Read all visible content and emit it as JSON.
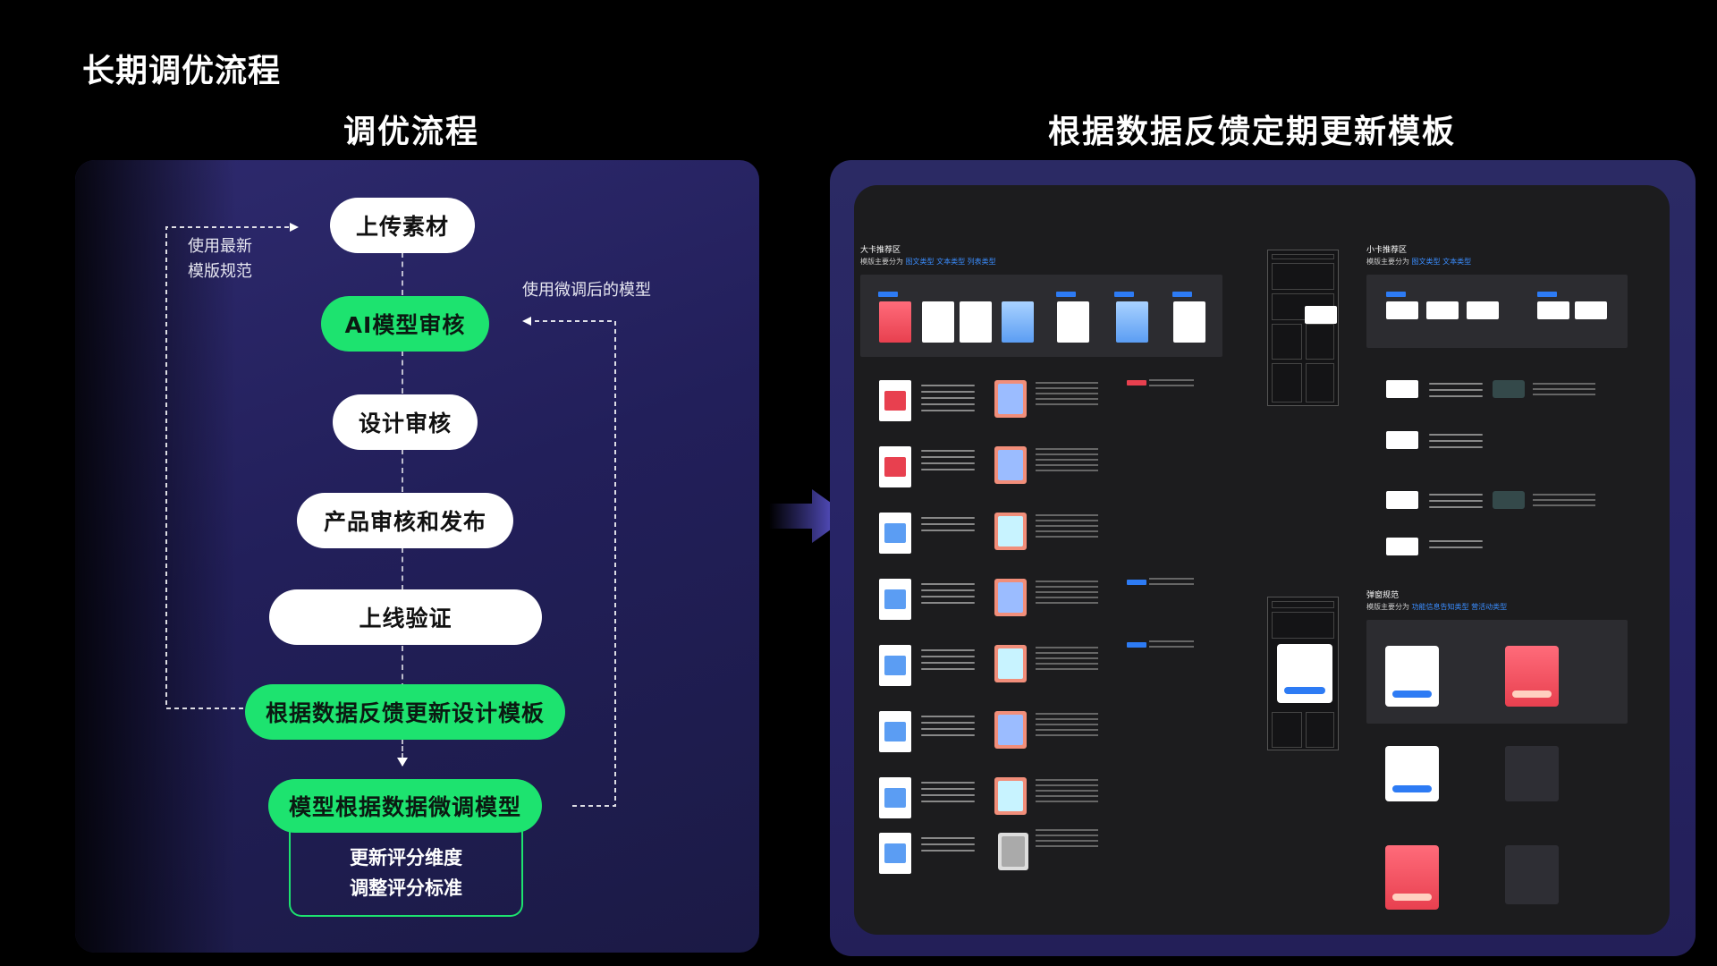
{
  "page_title": "长期调优流程",
  "left_section_title": "调优流程",
  "right_section_title": "根据数据反馈定期更新模板",
  "flow": {
    "nodes": [
      "上传素材",
      "AI模型审核",
      "设计审核",
      "产品审核和发布",
      "上线验证",
      "根据数据反馈更新设计模板",
      "模型根据数据微调模型"
    ],
    "left_loop_label": [
      "使用最新",
      "模版规范"
    ],
    "right_loop_label": "使用微调后的模型",
    "sub_items": [
      "更新评分维度",
      "调整评分标准"
    ]
  },
  "colors": {
    "accent_green": "#1de36f",
    "panel_purple": "#2e2a6e",
    "highlight_blue": "#3a8dff"
  },
  "template_preview": {
    "big_card_title": "大卡推荐区",
    "big_card_sub_prefix": "模版主要分为",
    "big_card_types": [
      "图文类型",
      "文本类型",
      "列表类型"
    ],
    "small_card_title": "小卡推荐区",
    "small_card_sub_prefix": "模版主要分为",
    "small_card_types": [
      "图文类型",
      "文本类型"
    ],
    "popup_title": "弹窗规范",
    "popup_sub_prefix": "模版主要分为",
    "popup_types": [
      "功能信息告知类型",
      "营活动类型"
    ]
  }
}
